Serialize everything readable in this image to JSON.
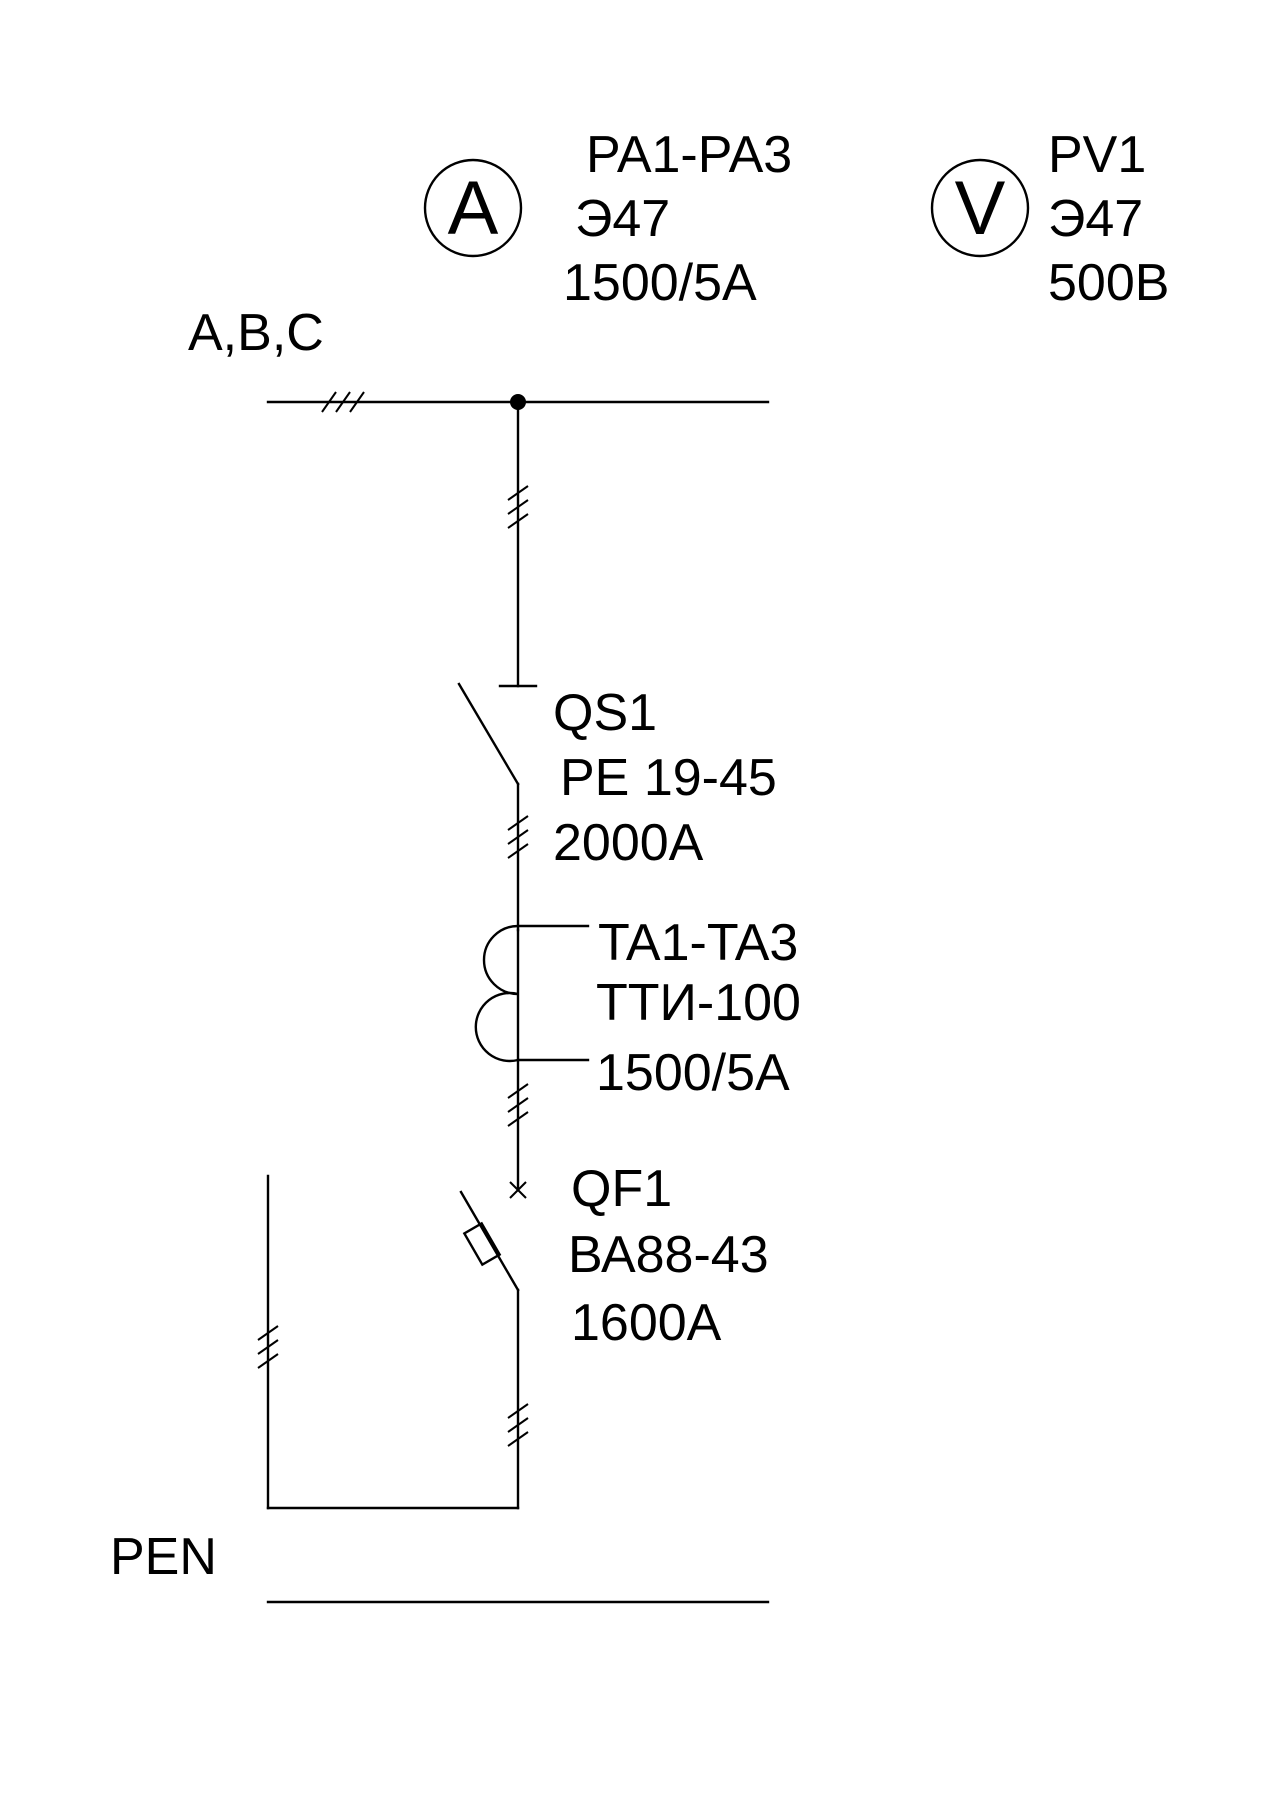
{
  "bus": {
    "phase_label": "A,B,C",
    "pen_label": "PEN"
  },
  "ammeter": {
    "symbol": "A",
    "designation": "PA1-PA3",
    "type": "Э47",
    "rating": "1500/5A"
  },
  "voltmeter": {
    "symbol": "V",
    "designation": "PV1",
    "type": "Э47",
    "rating": "500В"
  },
  "switch": {
    "designation": "QS1",
    "type": "PE 19-45",
    "rating": "2000A"
  },
  "current_transformer": {
    "designation": "TA1-TA3",
    "type": "ТТИ-100",
    "rating": "1500/5A"
  },
  "breaker": {
    "designation": "QF1",
    "type": "ВА88-43",
    "rating": "1600A"
  }
}
